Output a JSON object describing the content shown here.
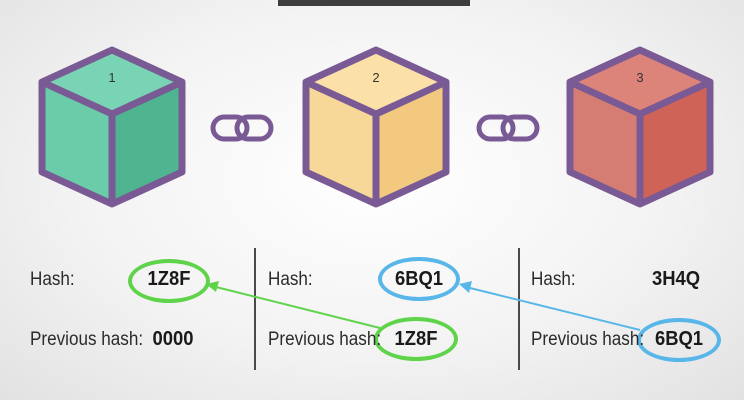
{
  "blocks": [
    {
      "number": "1",
      "hash": "1Z8F",
      "previous_hash": "0000",
      "top_color": "#79d3b5",
      "left_color": "#6acca9",
      "right_color": "#4fb590"
    },
    {
      "number": "2",
      "hash": "6BQ1",
      "previous_hash": "1Z8F",
      "top_color": "#fbe0a8",
      "left_color": "#f8d898",
      "right_color": "#f2c97f"
    },
    {
      "number": "3",
      "hash": "3H4Q",
      "previous_hash": "6BQ1",
      "top_color": "#dc837a",
      "left_color": "#d57d73",
      "right_color": "#cf6358"
    }
  ],
  "labels": {
    "hash": "Hash:",
    "previous_hash": "Previous hash:"
  },
  "colors": {
    "outline": "#7a5a94",
    "chain": "#7a5a94",
    "link_green": "#5fd34a",
    "link_blue": "#58b6e8"
  }
}
